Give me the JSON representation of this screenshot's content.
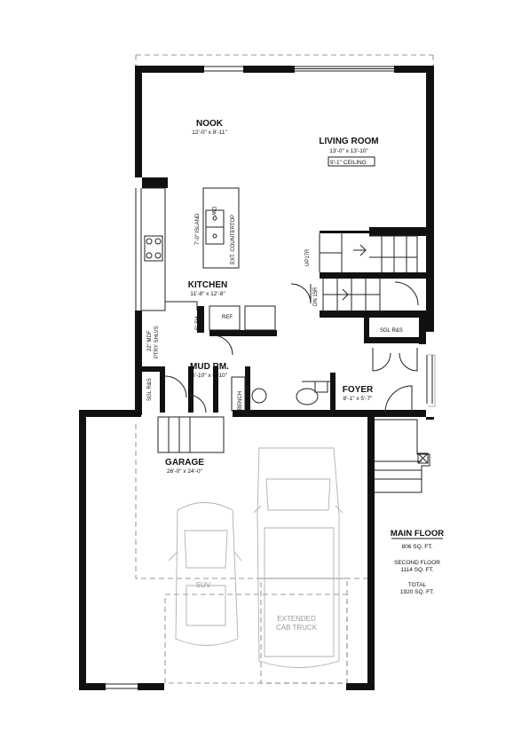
{
  "rooms": {
    "nook": {
      "name": "NOOK",
      "dims": "12'-0\" x 9'-11\""
    },
    "living": {
      "name": "LIVING ROOM",
      "dims": "13'-0\" x 13'-10\"",
      "ceiling": "9'-1\" CEILING"
    },
    "kitchen": {
      "name": "KITCHEN",
      "dims": "11'-8\" x 12'-8\""
    },
    "mudroom": {
      "name": "MUD RM.",
      "dims": "6'-10\" x 6'-10\""
    },
    "foyer": {
      "name": "FOYER",
      "dims": "8'-1\" x 5'-7\""
    },
    "garage": {
      "name": "GARAGE",
      "dims": "26'-0\" x 24'-0\""
    }
  },
  "labels": {
    "dw": "DW",
    "island": "7'-0\" ISLAND",
    "countertop": "EXT. COUNTERTOP",
    "ref": "REF",
    "shelf": "6\" SH.",
    "pantry_line1": "22\" MDF",
    "pantry_line2": "PTRY SHLVS",
    "sgl_rs_mud": "SGL R&S",
    "sgl_rs_foyer": "SGL R&S",
    "bench": "BENCH",
    "stairs_up": "UP17R",
    "stairs_down": "DN 15R",
    "suv": "SUV",
    "truck_line1": "EXTENDED",
    "truck_line2": "CAB TRUCK"
  },
  "summary": {
    "title": "MAIN FLOOR",
    "main_sqft": "806 SQ. FT.",
    "second_label": "SECOND FLOOR",
    "second_sqft": "1114 SQ. FT.",
    "total_label": "TOTAL",
    "total_sqft": "1920 SQ. FT."
  }
}
